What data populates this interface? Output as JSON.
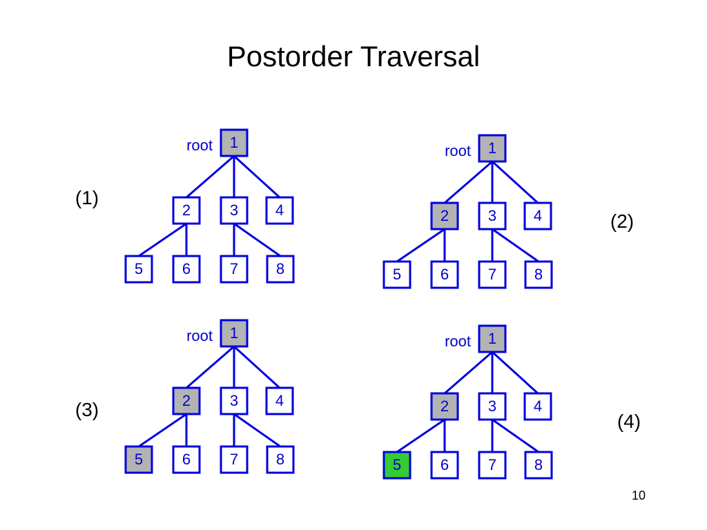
{
  "title": "Postorder Traversal",
  "page_number": "10",
  "colors": {
    "edge": "#0000dd",
    "text": "#0000cc",
    "box_border": "#0000dd",
    "unvisited_fill": "#ffffff",
    "visited_fill": "#b3b3b3",
    "current_fill": "#33cc33",
    "step_label": "#000000"
  },
  "tree": {
    "root_label": "root",
    "root": "1",
    "children": {
      "1": [
        "2",
        "3",
        "4"
      ],
      "2": [
        "5",
        "6"
      ],
      "3": [
        "7",
        "8"
      ]
    }
  },
  "steps": [
    {
      "label": "(1)",
      "visited": [
        "1"
      ],
      "current": []
    },
    {
      "label": "(2)",
      "visited": [
        "1",
        "2"
      ],
      "current": []
    },
    {
      "label": "(3)",
      "visited": [
        "1",
        "2",
        "5"
      ],
      "current": []
    },
    {
      "label": "(4)",
      "visited": [
        "1",
        "2"
      ],
      "current": [
        "5"
      ]
    }
  ]
}
